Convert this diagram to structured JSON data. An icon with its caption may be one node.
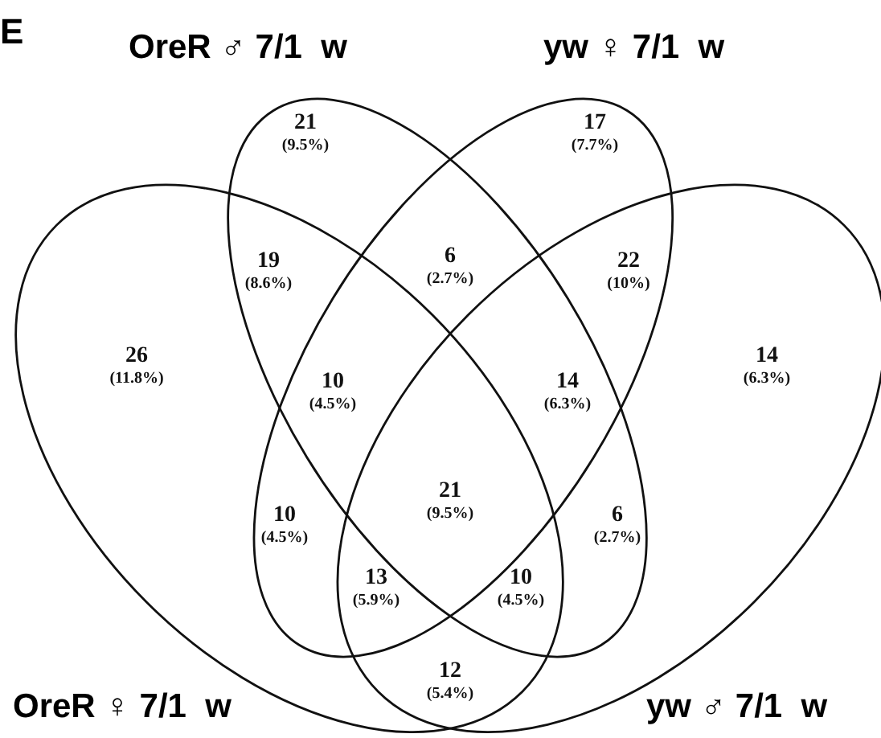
{
  "diagram": {
    "nodes": [
      {
        "text": [
          "OreR ♂ 7/1  w"
        ]
      },
      {
        "text": [
          "yw ♀ 7/1  w"
        ]
      },
      {
        "text": [
          "OreR ♀ 7/1  w"
        ]
      },
      {
        "text": [
          "yw ♂ 7/1  w"
        ]
      }
    ],
    "labels": [
      "E",
      "21",
      "(9.5%)",
      "17",
      "(7.7%)",
      "19",
      "(8.6%)",
      "6",
      "(2.7%)",
      "22",
      "(10%)",
      "26",
      "(11.8%)",
      "14",
      "(6.3%)",
      "10",
      "(4.5%)",
      "14",
      "(6.3%)",
      "21",
      "(9.5%)",
      "10",
      "(4.5%)",
      "6",
      "(2.7%)",
      "13",
      "(5.9%)",
      "10",
      "(4.5%)",
      "12",
      "(5.4%)"
    ]
  }
}
